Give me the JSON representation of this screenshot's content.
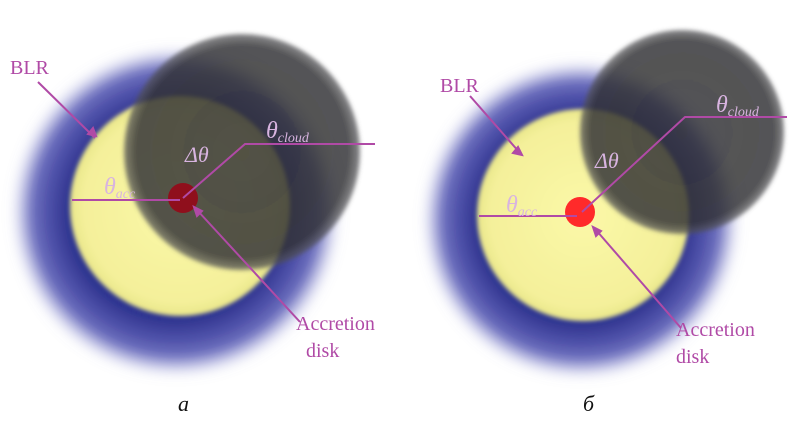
{
  "panels": [
    {
      "caption": "a",
      "labels": {
        "blr": "BLR",
        "theta_cloud": "θ",
        "theta_cloud_sub": "cloud",
        "delta_theta": "Δθ",
        "theta_acc": "θ",
        "theta_acc_sub": "acc",
        "accretion_line1": "Accretion",
        "accretion_line2": "disk"
      }
    },
    {
      "caption": "б",
      "labels": {
        "blr": "BLR",
        "theta_cloud": "θ",
        "theta_cloud_sub": "cloud",
        "delta_theta": "Δθ",
        "theta_acc": "θ",
        "theta_acc_sub": "acc",
        "accretion_line1": "Accretion",
        "accretion_line2": "disk"
      }
    }
  ],
  "colors": {
    "blr_outer": "#2b2f8c",
    "blr_inner": "#f2ee8c",
    "cloud": "#3a3a3c",
    "disk_a": "#8f0f1c",
    "disk_b": "#ff2a2a",
    "annotation": "#b04aa6"
  }
}
